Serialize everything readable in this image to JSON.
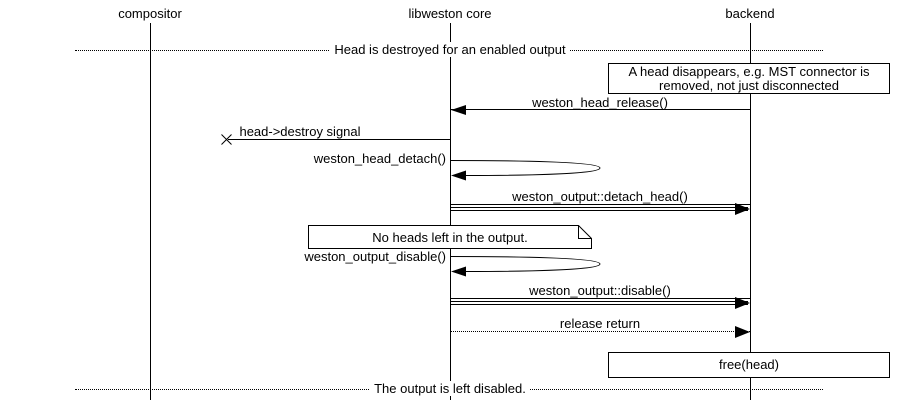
{
  "lifelines": [
    {
      "label": "compositor"
    },
    {
      "label": "libweston core"
    },
    {
      "label": "backend"
    }
  ],
  "dividers": {
    "top": {
      "label": "Head is destroyed for an enabled output"
    },
    "bottom": {
      "label": "The output is left disabled."
    }
  },
  "notes": {
    "head_disappears": {
      "text": "A head disappears, e.g. MST connector is removed, not just disconnected"
    },
    "no_heads": {
      "text": "No heads left in the output."
    },
    "free_head": {
      "text": "free(head)"
    }
  },
  "messages": {
    "head_release": {
      "label": "weston_head_release()",
      "from": "backend",
      "to": "libweston core",
      "style": "solid-filled-arrow"
    },
    "destroy_signal": {
      "label": "head->destroy signal",
      "from": "libweston core",
      "to": "lost",
      "style": "lost-message-x"
    },
    "head_detach": {
      "label": "weston_head_detach()",
      "from": "libweston core",
      "to": "libweston core",
      "style": "self-call"
    },
    "detach_head": {
      "label": "weston_output::detach_head()",
      "from": "libweston core",
      "to": "backend",
      "style": "emphasized-double-line"
    },
    "output_disable": {
      "label": "weston_output_disable()",
      "from": "libweston core",
      "to": "libweston core",
      "style": "self-call"
    },
    "disable": {
      "label": "weston_output::disable()",
      "from": "libweston core",
      "to": "backend",
      "style": "emphasized-double-line"
    },
    "release_return": {
      "label": "release return",
      "from": "libweston core",
      "to": "backend",
      "style": "dotted-return"
    }
  },
  "colors": {
    "line": "#000000",
    "background": "#ffffff",
    "text": "#000000"
  }
}
